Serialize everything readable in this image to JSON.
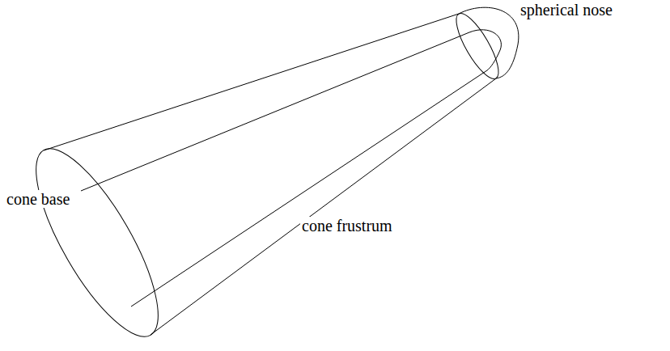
{
  "diagram": {
    "labels": [
      "spherical nose",
      "cone frustrum",
      "cone base"
    ]
  }
}
